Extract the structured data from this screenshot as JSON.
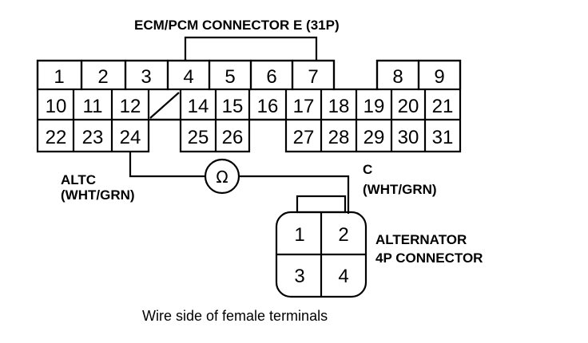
{
  "diagram": {
    "ecm_connector": {
      "title": "ECM/PCM CONNECTOR E (31P)",
      "pins": [
        "1",
        "2",
        "3",
        "4",
        "5",
        "6",
        "7",
        "8",
        "9",
        "10",
        "11",
        "12",
        "14",
        "15",
        "16",
        "17",
        "18",
        "19",
        "20",
        "21",
        "22",
        "23",
        "24",
        "25",
        "26",
        "27",
        "28",
        "29",
        "30",
        "31"
      ]
    },
    "wire_left": {
      "name": "ALTC",
      "color": "(WHT/GRN)"
    },
    "wire_right": {
      "name": "C",
      "color": "(WHT/GRN)"
    },
    "meter_symbol": "Ω",
    "alternator_connector": {
      "title_line1": "ALTERNATOR",
      "title_line2": "4P CONNECTOR",
      "pins": [
        "1",
        "2",
        "3",
        "4"
      ]
    },
    "caption": "Wire side of female terminals"
  }
}
